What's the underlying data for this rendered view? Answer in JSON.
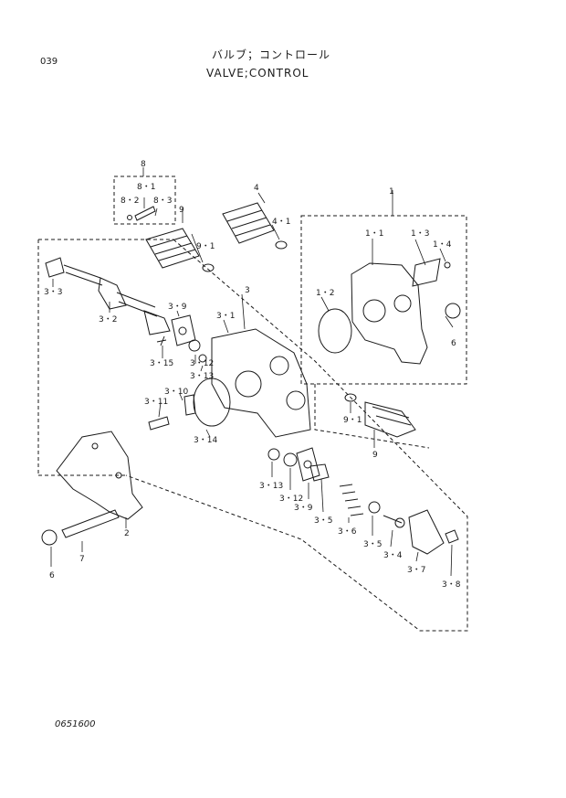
{
  "header": {
    "page_number": "039",
    "title_japanese": "バルブ；コントロール",
    "title_english": "VALVE;CONTROL"
  },
  "footer": {
    "document_code": "0651600"
  },
  "part_labels": {
    "l_8": "8",
    "l_8_1": "8・1",
    "l_8_2": "8・2",
    "l_8_3": "8・3",
    "l_9a": "9",
    "l_9_1a": "9・1",
    "l_4": "4",
    "l_4_1": "4・1",
    "l_1": "1",
    "l_1_1": "1・1",
    "l_1_3": "1・3",
    "l_1_4": "1・4",
    "l_1_2": "1・2",
    "l_3_3": "3・3",
    "l_3_2": "3・2",
    "l_3_9a": "3・9",
    "l_3": "3",
    "l_3_1": "3・1",
    "l_3_15": "3・15",
    "l_3_12a": "3・12",
    "l_3_13a": "3・13",
    "l_3_10": "3・10",
    "l_3_11": "3・11",
    "l_3_14": "3・14",
    "l_6a": "6",
    "l_9_1b": "9・1",
    "l_9b": "9",
    "l_2": "2",
    "l_7": "7",
    "l_6b": "6",
    "l_3_13b": "3・13",
    "l_3_12b": "3・12",
    "l_3_9b": "3・9",
    "l_3_5a": "3・5",
    "l_3_6": "3・6",
    "l_3_5b": "3・5",
    "l_3_4": "3・4",
    "l_3_7": "3・7",
    "l_3_8": "3・8"
  }
}
